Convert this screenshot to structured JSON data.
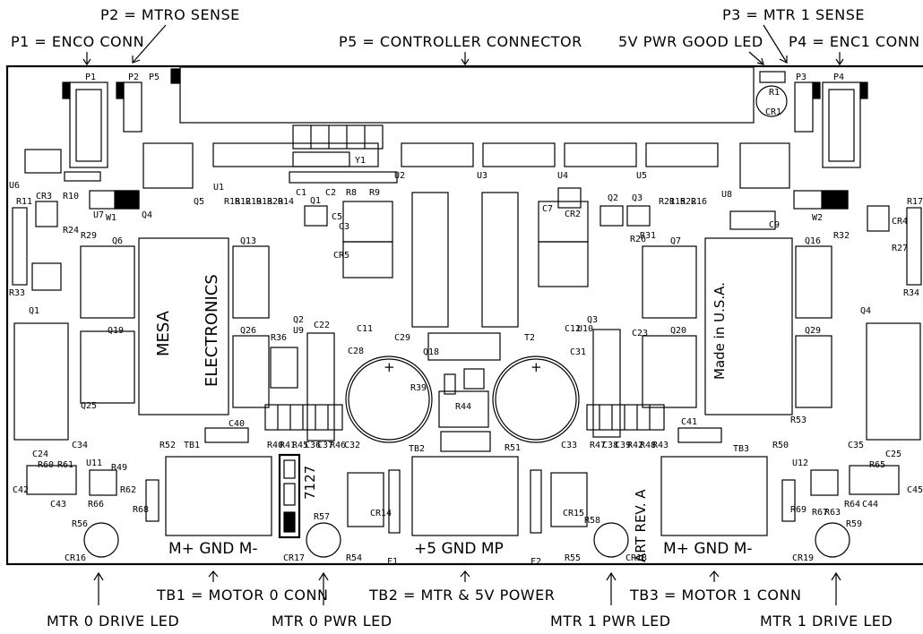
{
  "callouts": {
    "p2": "P2 = MTRO SENSE",
    "p1": "P1 = ENCO CONN",
    "p5": "P5 = CONTROLLER CONNECTOR",
    "p3": "P3 = MTR 1 SENSE",
    "pwr_good": "5V PWR GOOD LED",
    "p4": "P4 = ENC1 CONN",
    "tb1": "TB1 = MOTOR 0 CONN",
    "tb2": "TB2 = MTR & 5V POWER",
    "tb3": "TB3 = MOTOR 1 CONN",
    "mtr0_drive": "MTR 0 DRIVE LED",
    "mtr0_pwr": "MTR 0 PWR LED",
    "mtr1_pwr": "MTR 1 PWR LED",
    "mtr1_drive": "MTR 1 DRIVE LED"
  },
  "board": {
    "mesa": "MESA",
    "electronics": "ELECTRONICS",
    "made_in": "Made in U.S.A.",
    "art_rev": "ART REV. A",
    "part_no": "7127",
    "tb1_pins": "M+ GND M-",
    "tb2_pins": "+5 GND MP",
    "tb3_pins": "M+ GND M-"
  },
  "refs": {
    "P1": "P1",
    "P2": "P2",
    "P5": "P5",
    "P3": "P3",
    "P4": "P4",
    "R1": "R1",
    "CR1": "CR1",
    "U6": "U6",
    "W1": "W1",
    "W2": "W2",
    "R11": "R11",
    "CR3": "CR3",
    "R10": "R10",
    "U7": "U7",
    "Q4a": "Q4",
    "Q5": "Q5",
    "U1": "U1",
    "R18": "R18",
    "R12": "R12",
    "R19": "R19",
    "R13": "R13",
    "R20": "R20",
    "R14": "R14",
    "C1": "C1",
    "C2": "C2",
    "R8": "R8",
    "R9": "R9",
    "Q1a": "Q1",
    "Y1": "Y1",
    "U2": "U2",
    "U3": "U3",
    "U4": "U4",
    "U5": "U5",
    "U8": "U8",
    "C5": "C5",
    "C3": "C3",
    "CR5": "CR5",
    "C11": "C11",
    "C7": "C7",
    "CR2": "CR2",
    "Q2a": "Q2",
    "Q3a": "Q3",
    "R21": "R21",
    "R15": "R15",
    "R22": "R22",
    "R16": "R16",
    "C9": "C9",
    "R17": "R17",
    "CR4": "CR4",
    "R27": "R27",
    "R34": "R34",
    "R24": "R24",
    "R29": "R29",
    "Q6": "Q6",
    "Q13": "Q13",
    "R33": "R33",
    "Q1b": "Q1",
    "Q19": "Q19",
    "Q26": "Q26",
    "R36": "R36",
    "U9": "U9",
    "Q2b": "Q2",
    "C22": "C22",
    "C28": "C28",
    "C29": "C29",
    "Q18": "Q18",
    "T2": "T2",
    "C12": "C12",
    "U10": "U10",
    "Q3b": "Q3",
    "C31": "C31",
    "C23": "C23",
    "R26": "R26",
    "R31": "R31",
    "Q7": "Q7",
    "Q20": "Q20",
    "Q16": "Q16",
    "R32": "R32",
    "Q29": "Q29",
    "Q4b": "Q4",
    "R39": "R39",
    "R44": "R44",
    "R51": "R51",
    "Q25": "Q25",
    "C34": "C34",
    "C24": "C24",
    "U11": "U11",
    "R52": "R52",
    "R49": "R49",
    "TB1": "TB1",
    "C40": "C40",
    "R40": "R40",
    "R41": "R41",
    "R45": "R45",
    "C36": "C36",
    "C37": "C37",
    "R46": "R46",
    "C32": "C32",
    "TB2": "TB2",
    "C33": "C33",
    "R47": "R47",
    "C38": "C38",
    "C39": "C39",
    "R42": "R42",
    "R48": "R48",
    "R43": "R43",
    "C41": "C41",
    "TB3": "TB3",
    "R53": "R53",
    "R50": "R50",
    "U12": "U12",
    "C35": "C35",
    "C25": "C25",
    "R60": "R60",
    "R61": "R61",
    "C42": "C42",
    "C43": "C43",
    "R66": "R66",
    "R62": "R62",
    "R68": "R68",
    "CR14": "CR14",
    "CR15": "CR15",
    "R65": "R65",
    "C45": "C45",
    "R64": "R64",
    "C44": "C44",
    "R67": "R67",
    "R63": "R63",
    "R69": "R69",
    "R56": "R56",
    "CR16": "CR16",
    "R57": "R57",
    "CR17": "CR17",
    "R54": "R54",
    "F1": "F1",
    "F2": "F2",
    "R58": "R58",
    "R55": "R55",
    "CR18": "CR18",
    "R59": "R59",
    "CR19": "CR19"
  }
}
